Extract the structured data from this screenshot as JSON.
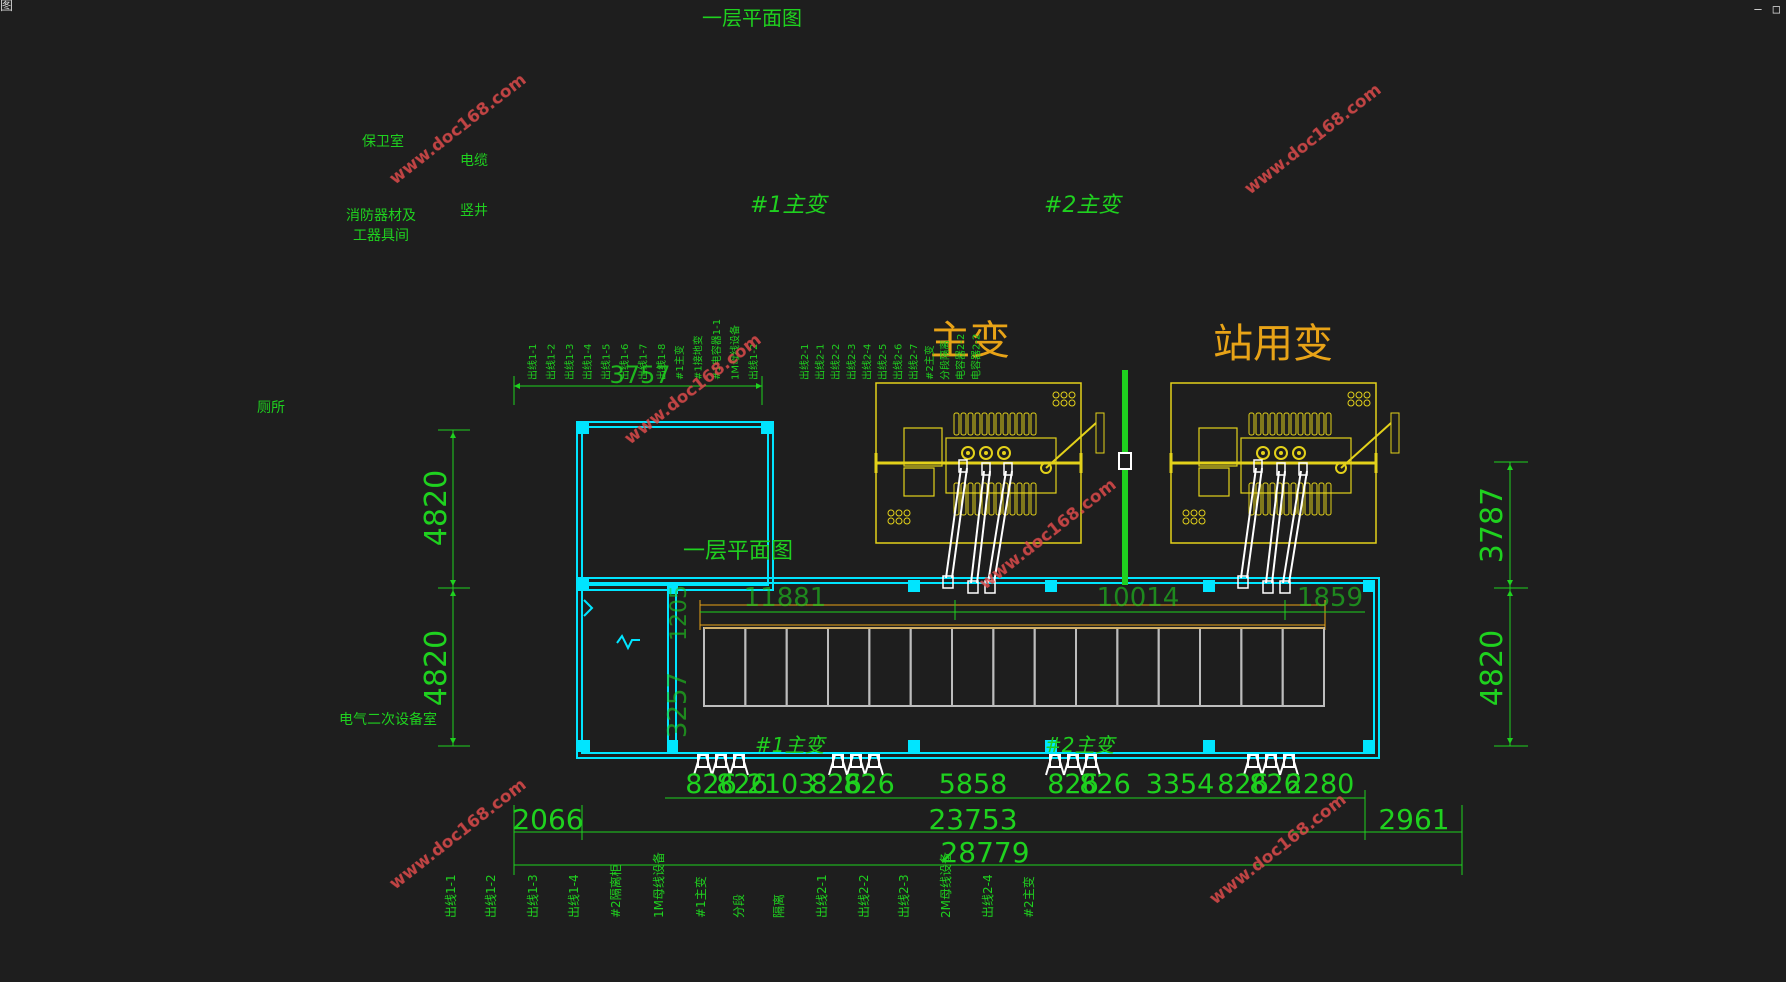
{
  "top_left_glyph": "图",
  "window_controls": "– □",
  "drawing_title": "一层平面图",
  "colors": {
    "background": "#1e1e1e",
    "label_green": "#1fd11f",
    "wall_cyan": "#00e5ff",
    "equipment_yellow": "#e3d11a",
    "title_orange": "#e8a317",
    "watermark": "#e04c4c",
    "cabinet_gray": "#bdbdbd"
  },
  "rooms": {
    "guard": "保卫室",
    "cable": "电缆",
    "shaft": "竖井",
    "fire_tools_1": "消防器材及",
    "fire_tools_2": "工器具间",
    "toilet": "厕所",
    "secondary_room": "电气二次设备室",
    "plan_label_inside": "一层平面图"
  },
  "transformers": {
    "t1_top": "#1主变",
    "t2_top": "#2主变",
    "t1_bottom": "#1主变",
    "t2_bottom": "#2主变",
    "main_title": "主变",
    "station_title": "站用变"
  },
  "dimensions": {
    "left_upper": "4820",
    "left_lower": "4820",
    "right_upper": "3787",
    "right_lower": "4820",
    "top_1": "11881",
    "top_2": "10014",
    "top_3": "1859",
    "top_span_small": "3757",
    "side_1": "3257",
    "side_2": "1205",
    "row1": [
      "826",
      "826",
      "2103",
      "826",
      "826",
      "5858",
      "826",
      "826",
      "3354",
      "826",
      "826",
      "2280"
    ],
    "row2_left": "2066",
    "row2_mid": "23753",
    "row2_right": "2961",
    "total": "28779"
  },
  "top_labels_left": [
    "出线1-1",
    "出线1-2",
    "出线1-3",
    "出线1-4",
    "出线1-5",
    "出线1-6",
    "出线1-7",
    "出线1-8",
    "#1主变",
    "#1接地变",
    "#1电容器1-1",
    "1M母线设备",
    "出线1-2"
  ],
  "top_labels_right": [
    "出线2-1",
    "出线2-1",
    "出线2-2",
    "出线2-3",
    "出线2-4",
    "出线2-5",
    "出线2-6",
    "出线2-7",
    "#2主变",
    "分段隔离",
    "电容器2-2",
    "电容器2-2"
  ],
  "bottom_labels": [
    "出线1-1",
    "出线1-2",
    "出线1-3",
    "出线1-4",
    "#2隔离柜",
    "1M母线设备",
    "#1主变",
    "分段",
    "隔离",
    "出线2-1",
    "出线2-2",
    "出线2-3",
    "2M母线设备",
    "出线2-4",
    "#2主变"
  ],
  "watermarks": [
    "www.doc168.com",
    "www.doc168.com",
    "www.doc168.com",
    "www.doc168.com",
    "www.doc168.com",
    "www.doc168.com"
  ]
}
